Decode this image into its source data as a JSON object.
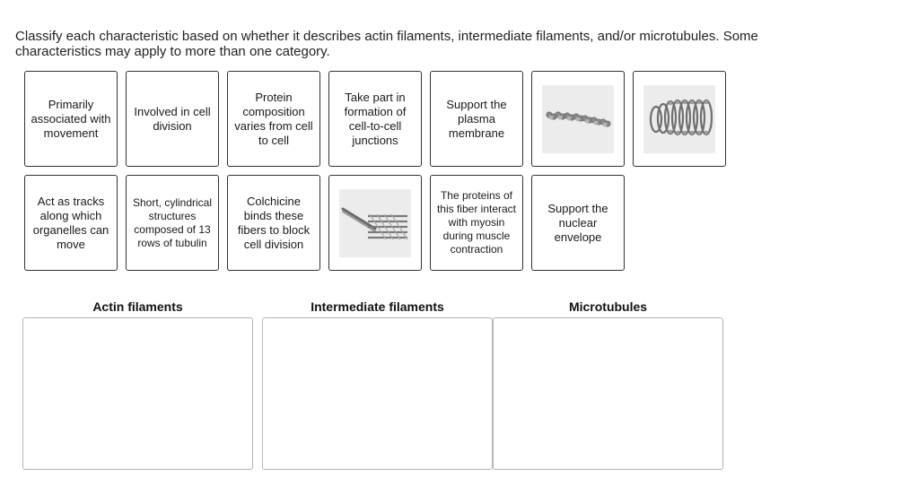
{
  "instructions": "Classify each characteristic based on whether it describes actin filaments, intermediate filaments, and/or microtubules. Some characteristics may apply to more than one category.",
  "tiles_row1": [
    {
      "label": "Primarily associated with movement"
    },
    {
      "label": "Involved in cell division"
    },
    {
      "label": "Protein composition varies from cell to cell"
    },
    {
      "label": "Take part in formation of cell-to-cell junctions"
    },
    {
      "label": "Support the plasma membrane"
    },
    {
      "image": "actin-filament-bead-chain-icon"
    },
    {
      "image": "microtubule-hollow-tube-icon"
    }
  ],
  "tiles_row2": [
    {
      "label": "Act as tracks along which organelles can move"
    },
    {
      "label": "Short, cylindrical structures composed of 13 rows of tubulin"
    },
    {
      "label": "Colchicine binds these fibers to block cell division"
    },
    {
      "image": "intermediate-filament-rope-icon"
    },
    {
      "label": "The proteins of this fiber interact with myosin during muscle contraction"
    },
    {
      "label": "Support the nuclear envelope"
    }
  ],
  "bins": [
    {
      "label": "Actin filaments"
    },
    {
      "label": "Intermediate filaments"
    },
    {
      "label": "Microtubules"
    }
  ],
  "colors": {
    "tile_border": "#333333",
    "bin_border": "#b5b5b5",
    "image_bg": "#ececec"
  }
}
